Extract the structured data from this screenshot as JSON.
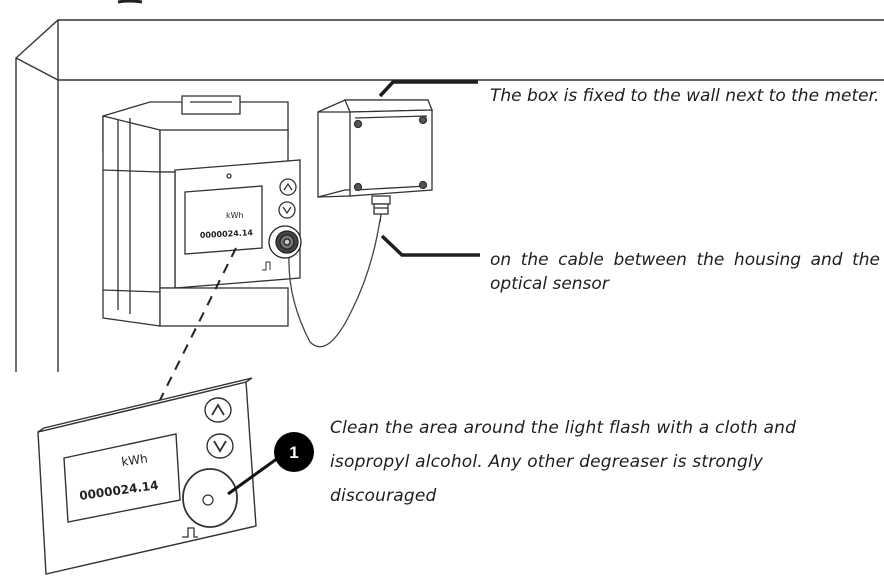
{
  "meter": {
    "unit": "kWh",
    "reading": "0000024.14"
  },
  "captions": {
    "box": "The box is fixed to the wall next to the meter.",
    "cable": "on the cable between the housing and the optical sensor",
    "clean": "Clean the area around the light flash with a  cloth and  isopropyl  alcohol. Any other degreaser is strongly discouraged"
  },
  "marker": {
    "number": "1"
  },
  "colors": {
    "line": "#1e1e1e",
    "marker": "#000000",
    "marker_text": "#ffffff"
  }
}
